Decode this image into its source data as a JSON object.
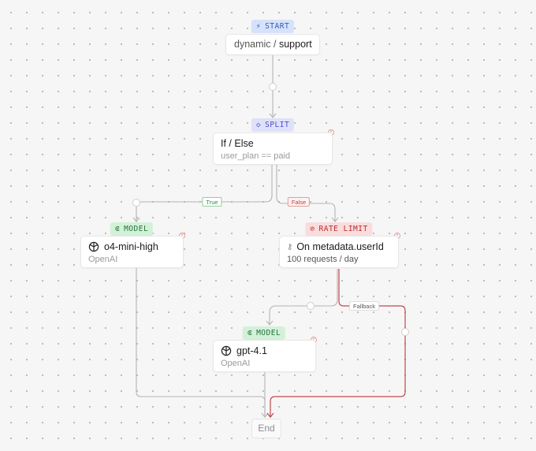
{
  "start": {
    "tag": "START",
    "tag_icon": "lightning-bolt",
    "name_prefix": "dynamic",
    "separator": " / ",
    "name_suffix": "support"
  },
  "split": {
    "tag": "SPLIT",
    "tag_icon": "diamond",
    "title": "If / Else",
    "condition": "user_plan == paid"
  },
  "model_a": {
    "tag": "MODEL",
    "tag_icon": "model-icon",
    "name": "o4-mini-high",
    "provider": "OpenAI"
  },
  "rate_limit": {
    "tag": "RATE LIMIT",
    "tag_icon": "circle-stop",
    "title": "On metadata.userId",
    "limit": "100 requests / day"
  },
  "model_b": {
    "tag": "MODEL",
    "tag_icon": "model-icon",
    "name": "gpt-4.1",
    "provider": "OpenAI"
  },
  "edges": {
    "true_label": "True",
    "false_label": "False",
    "fallback_label": "Fallback"
  },
  "end": {
    "label": "End"
  },
  "colors": {
    "start": "#3559b8",
    "split": "#4a4fc2",
    "model": "#24733c",
    "rate_limit": "#b42f2f",
    "fallback_edge": "#c24848",
    "edge": "#b4b4b4"
  }
}
